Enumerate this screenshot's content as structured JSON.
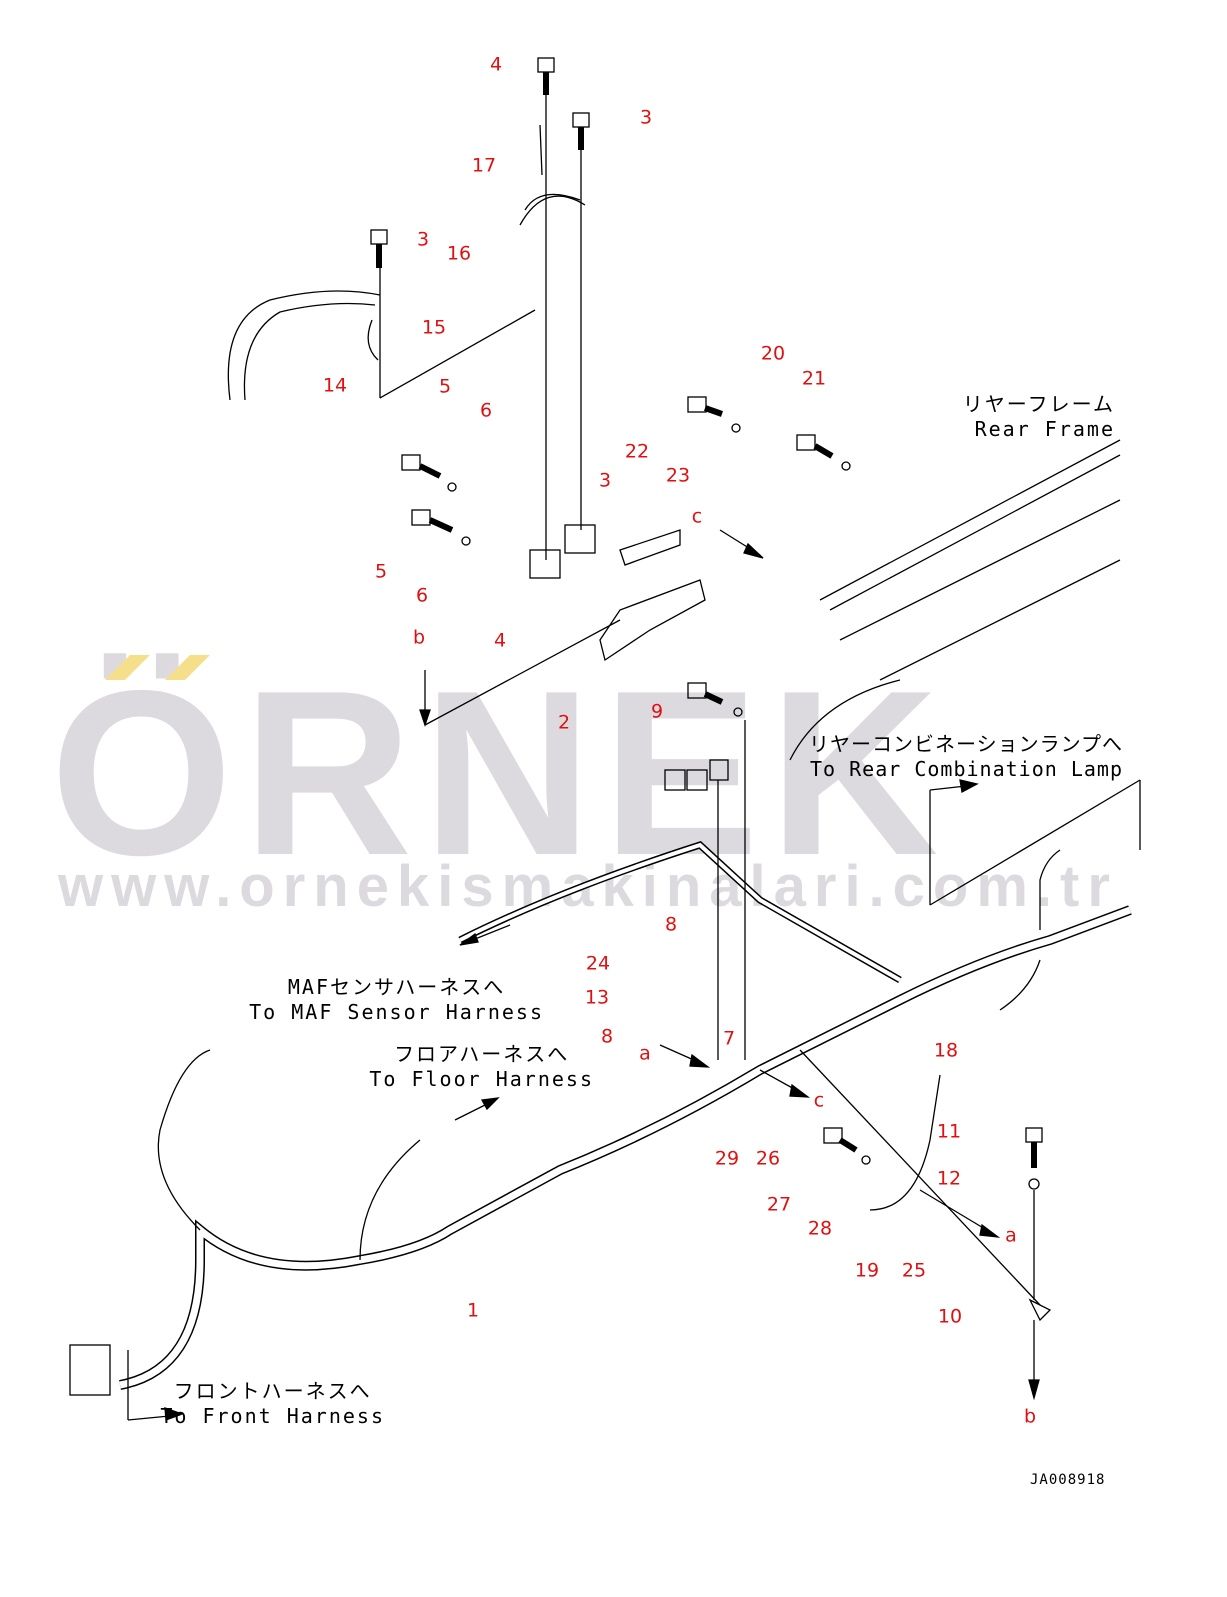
{
  "watermark": {
    "brand": "ÖRNEK",
    "url": "www.ornekismakinalari.com.tr"
  },
  "callouts": [
    "4",
    "3",
    "17",
    "16",
    "3",
    "15",
    "14",
    "5",
    "6",
    "20",
    "21",
    "22",
    "23",
    "3",
    "c",
    "5",
    "6",
    "4",
    "b",
    "2",
    "9",
    "8",
    "24",
    "13",
    "8",
    "7",
    "a",
    "18",
    "c",
    "11",
    "29",
    "26",
    "12",
    "27",
    "28",
    "a",
    "19",
    "25",
    "1",
    "10",
    "b"
  ],
  "notes": {
    "rear_frame_jp": "リヤーフレーム",
    "rear_frame_en": "Rear Frame",
    "rear_lamp_jp": "リヤーコンビネーションランプへ",
    "rear_lamp_en": "To Rear Combination Lamp",
    "maf_jp": "MAFセンサハーネスへ",
    "maf_en": "To MAF Sensor Harness",
    "floor_jp": "フロアハーネスへ",
    "floor_en": "To Floor Harness",
    "front_jp": "フロントハーネスへ",
    "front_en": "To Front Harness"
  },
  "drawing_code": "JA008918",
  "colors": {
    "callout": "#e01010",
    "watermark": "#dcdadf"
  }
}
